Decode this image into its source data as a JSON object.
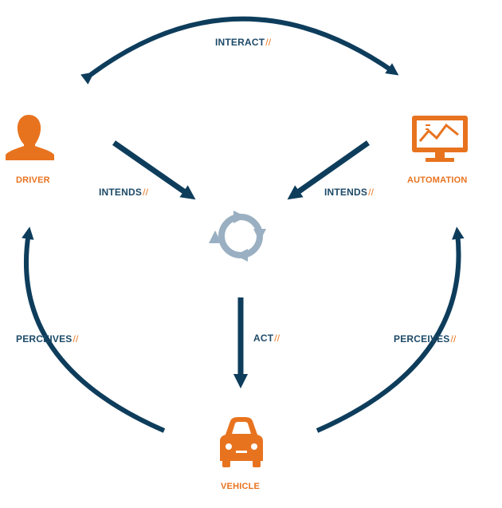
{
  "colors": {
    "arrow": "#0e3d5c",
    "accent": "#e8731f",
    "cycle": "#9ab0c2"
  },
  "labels": {
    "interact": "INTERACT",
    "intends_left": "INTENDS",
    "intends_right": "INTENDS",
    "act": "ACT",
    "perceives_left": "PERCEIVES",
    "perceives_right": "PERCEIVES",
    "slash": "//"
  },
  "nodes": {
    "driver": {
      "label": "DRIVER",
      "icon": "person-icon"
    },
    "automation": {
      "label": "AUTOMATION",
      "icon": "monitor-chart-icon"
    },
    "vehicle": {
      "label": "VEHICLE",
      "icon": "car-icon"
    },
    "center": {
      "icon": "cycle-icon"
    }
  }
}
